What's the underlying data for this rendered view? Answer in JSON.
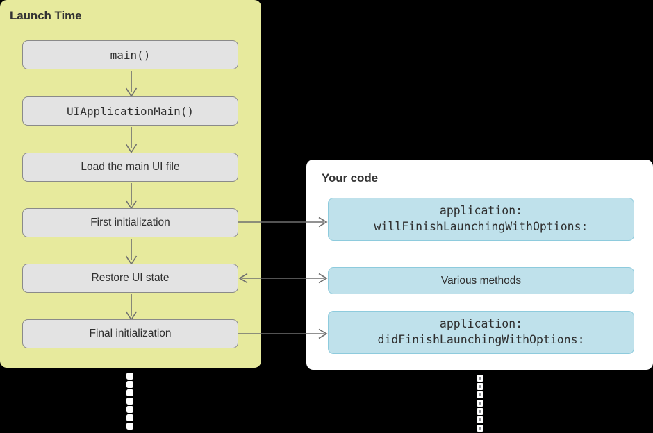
{
  "launch_panel": {
    "title": "Launch Time",
    "background_color": "#e7ea9d",
    "steps": [
      {
        "label": "main()",
        "style": "mono"
      },
      {
        "label": "UIApplicationMain()",
        "style": "mono"
      },
      {
        "label": "Load the main UI file",
        "style": "sans"
      },
      {
        "label": "First initialization",
        "style": "sans"
      },
      {
        "label": "Restore UI state",
        "style": "sans"
      },
      {
        "label": "Final initialization",
        "style": "sans"
      }
    ]
  },
  "code_panel": {
    "title": "Your code",
    "background_color": "#ffffff",
    "box_color": "#bfe1eb",
    "methods": [
      {
        "line1": "application:",
        "line2": "willFinishLaunchingWithOptions:",
        "style": "mono"
      },
      {
        "line1": "Various methods",
        "line2": "",
        "style": "sans"
      },
      {
        "line1": "application:",
        "line2": "didFinishLaunchingWithOptions:",
        "style": "mono"
      }
    ]
  },
  "connectors": [
    {
      "from": "First initialization",
      "to": "application:willFinishLaunchingWithOptions:",
      "direction": "right"
    },
    {
      "from": "Restore UI state",
      "to": "Various methods",
      "direction": "both"
    },
    {
      "from": "Final initialization",
      "to": "application:didFinishLaunchingWithOptions:",
      "direction": "right"
    }
  ],
  "arrow_color": "#6f6f6f",
  "continuation": {
    "left_dots": 7,
    "right_dots": 7
  }
}
